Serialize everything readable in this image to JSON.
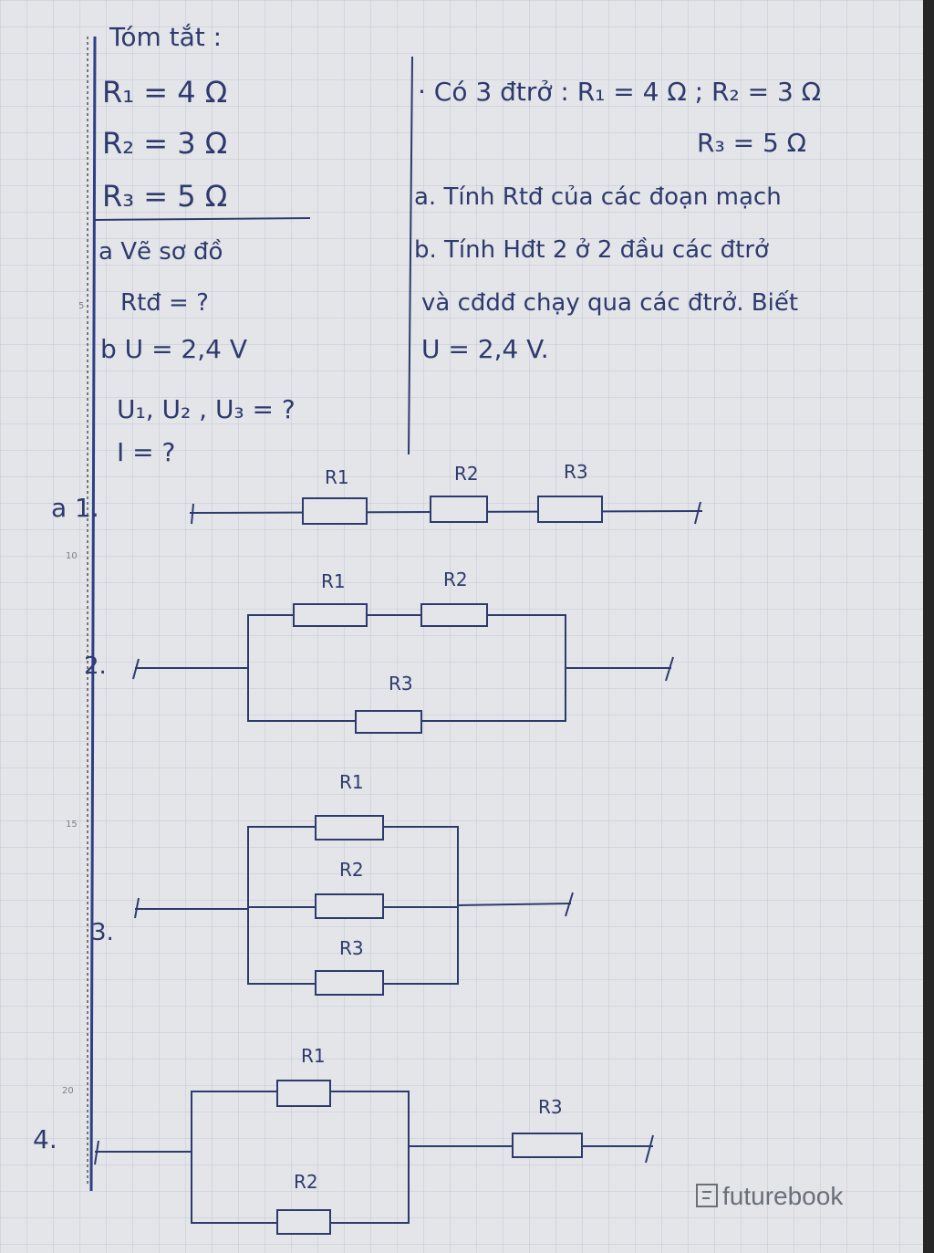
{
  "summary": {
    "heading": "Tóm tắt :",
    "r1": "R₁ = 4 Ω",
    "r2": "R₂ = 3 Ω",
    "r3": "R₃ = 5 Ω",
    "part_a_label": "a  Vẽ sơ đồ",
    "part_a_ask": "Rtđ = ?",
    "part_b_label": "b  U = 2,4 V",
    "part_b_ask_u": "U₁, U₂ , U₃ = ?",
    "part_b_ask_i": "I = ?"
  },
  "problem": {
    "line1": "· Có 3 đtrở : R₁ = 4 Ω ; R₂ = 3 Ω",
    "line2": "R₃ = 5 Ω",
    "line3": "a. Tính Rtđ của các đoạn mạch",
    "line4": "b. Tính Hđt 2 ở 2 đầu các đtrở",
    "line5": "và cđdđ chạy qua các đtrở. Biết",
    "line6": "U = 2,4 V."
  },
  "margin_numbers": [
    "5",
    "10",
    "15",
    "20"
  ],
  "circuits": {
    "c1": {
      "label": "a  1.",
      "r1": "R1",
      "r2": "R2",
      "r3": "R3"
    },
    "c2": {
      "label": "2.",
      "r1": "R1",
      "r2": "R2",
      "r3": "R3"
    },
    "c3": {
      "label": "3.",
      "r1": "R1",
      "r2": "R2",
      "r3": "R3"
    },
    "c4": {
      "label": "4.",
      "r1": "R1",
      "r2": "R2",
      "r3": "R3"
    }
  },
  "watermark": {
    "text": "futurebook"
  },
  "colors": {
    "ink": "#2e3a6e",
    "paper": "#e4e6e9",
    "grid": "#c7ccd6",
    "margin_line": "#3a4a8a"
  }
}
